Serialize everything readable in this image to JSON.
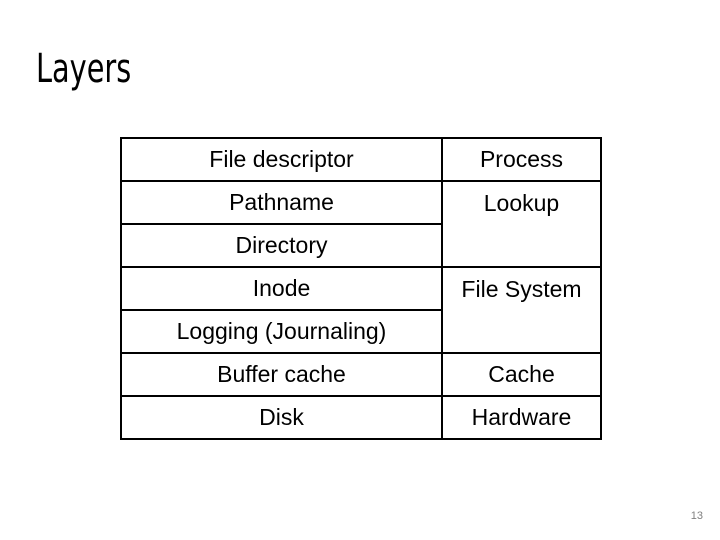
{
  "slide": {
    "title": "Layers",
    "page_number": "13",
    "background_color": "#ffffff",
    "text_color": "#000000",
    "border_color": "#000000",
    "page_number_color": "#808080"
  },
  "table": {
    "columns": [
      "layer",
      "role"
    ],
    "rows": [
      {
        "layer": "File descriptor",
        "role": "Process",
        "role_rowspan": 1
      },
      {
        "layer": "Pathname",
        "role": "Lookup",
        "role_rowspan": 2
      },
      {
        "layer": "Directory",
        "role": null,
        "role_rowspan": 0
      },
      {
        "layer": "Inode",
        "role": "File System",
        "role_rowspan": 2
      },
      {
        "layer": "Logging (Journaling)",
        "role": null,
        "role_rowspan": 0
      },
      {
        "layer": "Buffer cache",
        "role": "Cache",
        "role_rowspan": 1
      },
      {
        "layer": "Disk",
        "role": "Hardware",
        "role_rowspan": 1
      }
    ]
  }
}
